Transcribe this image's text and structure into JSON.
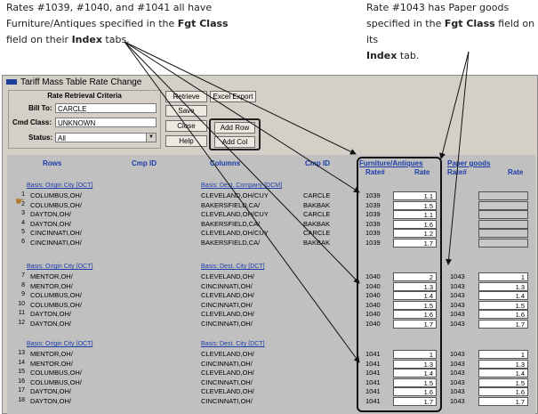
{
  "annotations": {
    "left_1": "Rates #1039, #1040, and #1041 all have",
    "left_2a": "Furniture/Antiques  specified in the ",
    "left_2b": "Fgt Class",
    "left_3a": "field on their ",
    "left_3b": "Index",
    "left_3c": " tabs.",
    "right_1": "Rate #1043 has Paper goods",
    "right_2a": "specified in the ",
    "right_2b": "Fgt Class",
    "right_2c": " field on its",
    "right_3a": "Index",
    "right_3b": " tab."
  },
  "window": {
    "title": "Tariff Mass Table Rate Change"
  },
  "criteria": {
    "heading": "Rate Retrieval Criteria",
    "bill_to_label": "Bill To:",
    "bill_to_value": "CARCLE",
    "cmd_class_label": "Cmd Class:",
    "cmd_class_value": "UNKNOWN",
    "status_label": "Status:",
    "status_value": "All"
  },
  "buttons": {
    "retrieve": "Retrieve",
    "excel_export": "Excel Export",
    "save": "Save",
    "close": "Close",
    "add_row": "Add Row",
    "help": "Help",
    "add_col": "Add Col"
  },
  "grid": {
    "headers": {
      "rows": "Rows",
      "cmp_id": "Cmp ID",
      "columns": "Columns",
      "cmp_id2": "Cmp ID",
      "furniture": "Furniture/Antiques",
      "rate_no": "Rate#",
      "rate": "Rate",
      "paper": "Paper goods",
      "rate_no2": "Rate#",
      "rate2": "Rate"
    },
    "groups": [
      {
        "basis_row": "Basis:  Origin City     [OCT]",
        "basis_col": "Basis:  Dest. Company    [DCM]",
        "rows": [
          {
            "n": "1",
            "row": "COLUMBUS,OH/",
            "col": "CLEVELAND,OH/CUY",
            "cmp": "CARCLE",
            "r1": "1039",
            "v1": "1.1",
            "r2": "",
            "v2": ""
          },
          {
            "n": "2",
            "row": "COLUMBUS,OH/",
            "col": "BAKERSFIELD,CA/",
            "cmp": "BAKBAK",
            "r1": "1039",
            "v1": "1.5",
            "r2": "",
            "v2": ""
          },
          {
            "n": "3",
            "row": "DAYTON,OH/",
            "col": "CLEVELAND,OH/CUY",
            "cmp": "CARCLE",
            "r1": "1039",
            "v1": "1.1",
            "r2": "",
            "v2": ""
          },
          {
            "n": "4",
            "row": "DAYTON,OH/",
            "col": "BAKERSFIELD,CA/",
            "cmp": "BAKBAK",
            "r1": "1039",
            "v1": "1.6",
            "r2": "",
            "v2": ""
          },
          {
            "n": "5",
            "row": "CINCINNATI,OH/",
            "col": "CLEVELAND,OH/CUY",
            "cmp": "CARCLE",
            "r1": "1039",
            "v1": "1.2",
            "r2": "",
            "v2": ""
          },
          {
            "n": "6",
            "row": "CINCINNATI,OH/",
            "col": "BAKERSFIELD,CA/",
            "cmp": "BAKBAK",
            "r1": "1039",
            "v1": "1.7",
            "r2": "",
            "v2": ""
          }
        ]
      },
      {
        "basis_row": "Basis:  Origin City     [OCT]",
        "basis_col": "Basis:  Dest. City      [DCT]",
        "rows": [
          {
            "n": "7",
            "row": "MENTOR,OH/",
            "col": "CLEVELAND,OH/",
            "cmp": "",
            "r1": "1040",
            "v1": "2",
            "r2": "1043",
            "v2": "1"
          },
          {
            "n": "8",
            "row": "MENTOR,OH/",
            "col": "CINCINNATI,OH/",
            "cmp": "",
            "r1": "1040",
            "v1": "1.3",
            "r2": "1043",
            "v2": "1.3"
          },
          {
            "n": "9",
            "row": "COLUMBUS,OH/",
            "col": "CLEVELAND,OH/",
            "cmp": "",
            "r1": "1040",
            "v1": "1.4",
            "r2": "1043",
            "v2": "1.4"
          },
          {
            "n": "10",
            "row": "COLUMBUS,OH/",
            "col": "CINCINNATI,OH/",
            "cmp": "",
            "r1": "1040",
            "v1": "1.5",
            "r2": "1043",
            "v2": "1.5"
          },
          {
            "n": "11",
            "row": "DAYTON,OH/",
            "col": "CLEVELAND,OH/",
            "cmp": "",
            "r1": "1040",
            "v1": "1.6",
            "r2": "1043",
            "v2": "1.6"
          },
          {
            "n": "12",
            "row": "DAYTON,OH/",
            "col": "CINCINNATI,OH/",
            "cmp": "",
            "r1": "1040",
            "v1": "1.7",
            "r2": "1043",
            "v2": "1.7"
          }
        ]
      },
      {
        "basis_row": "Basis:  Origin City     [OCT]",
        "basis_col": "Basis:  Dest. City      [DCT]",
        "rows": [
          {
            "n": "13",
            "row": "MENTOR,OH/",
            "col": "CLEVELAND,OH/",
            "cmp": "",
            "r1": "1041",
            "v1": "1",
            "r2": "1043",
            "v2": "1"
          },
          {
            "n": "14",
            "row": "MENTOR,OH/",
            "col": "CINCINNATI,OH/",
            "cmp": "",
            "r1": "1041",
            "v1": "1.3",
            "r2": "1043",
            "v2": "1.3"
          },
          {
            "n": "15",
            "row": "COLUMBUS,OH/",
            "col": "CLEVELAND,OH/",
            "cmp": "",
            "r1": "1041",
            "v1": "1.4",
            "r2": "1043",
            "v2": "1.4"
          },
          {
            "n": "16",
            "row": "COLUMBUS,OH/",
            "col": "CINCINNATI,OH/",
            "cmp": "",
            "r1": "1041",
            "v1": "1.5",
            "r2": "1043",
            "v2": "1.5"
          },
          {
            "n": "17",
            "row": "DAYTON,OH/",
            "col": "CLEVELAND,OH/",
            "cmp": "",
            "r1": "1041",
            "v1": "1.6",
            "r2": "1043",
            "v2": "1.6"
          },
          {
            "n": "18",
            "row": "DAYTON,OH/",
            "col": "CINCINNATI,OH/",
            "cmp": "",
            "r1": "1041",
            "v1": "1.7",
            "r2": "1043",
            "v2": "1.7"
          }
        ]
      }
    ]
  },
  "colors": {
    "title_icon": "#1c3f9a",
    "header_blue": "#1b3ca8",
    "panel": "#d4d0c8",
    "grid": "#c0c0c0"
  },
  "icons": {
    "pointer": "pointing-hand-icon",
    "dropdown": "chevron-down-icon"
  }
}
